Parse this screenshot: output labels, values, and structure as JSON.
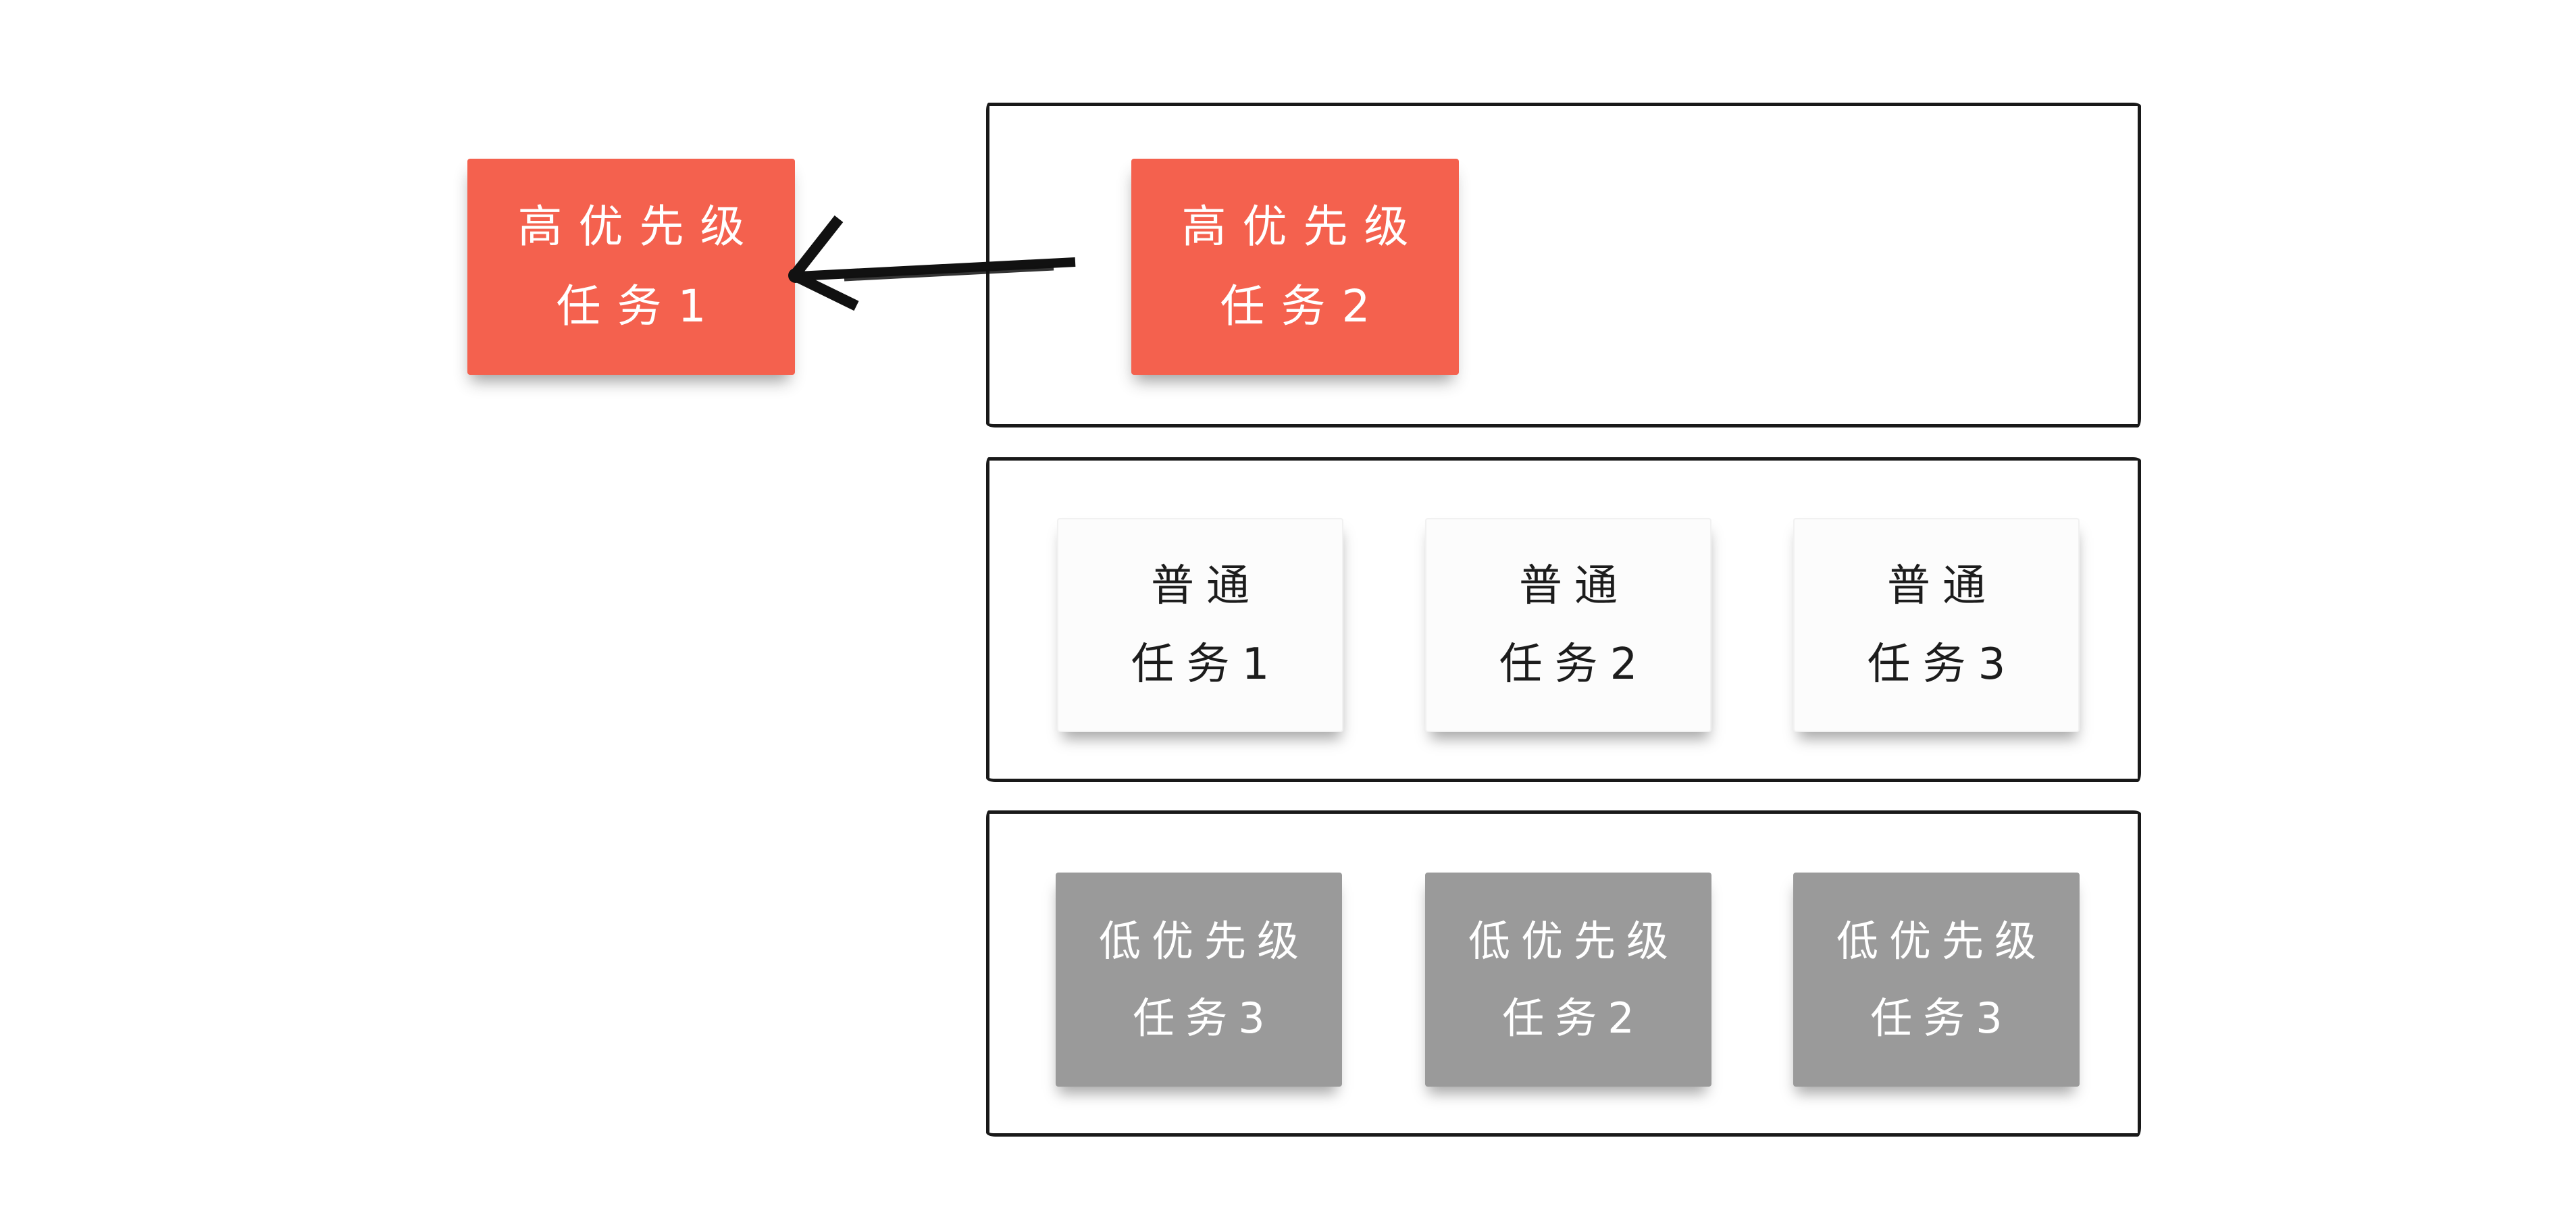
{
  "executing_task": {
    "line1": "高优先级",
    "line2": "任务1",
    "priority": "high"
  },
  "arrow": {
    "direction": "left",
    "icon": "left-arrow-icon"
  },
  "queues": {
    "high": {
      "tasks": [
        {
          "line1": "高优先级",
          "line2": "任务2"
        }
      ]
    },
    "normal": {
      "tasks": [
        {
          "line1": "普通",
          "line2": "任务1"
        },
        {
          "line1": "普通",
          "line2": "任务2"
        },
        {
          "line1": "普通",
          "line2": "任务3"
        }
      ]
    },
    "low": {
      "tasks": [
        {
          "line1": "低优先级",
          "line2": "任务3"
        },
        {
          "line1": "低优先级",
          "line2": "任务2"
        },
        {
          "line1": "低优先级",
          "line2": "任务3"
        }
      ]
    }
  },
  "colors": {
    "high_priority": "#F4614E",
    "low_priority": "#9A9A9A",
    "normal_card": "#FCFCFC",
    "container_border": "#191919",
    "arrow": "#111111",
    "text_on_color": "#FFFFFF",
    "text_on_white": "#1C1C1C",
    "background": "#FFFFFF"
  }
}
